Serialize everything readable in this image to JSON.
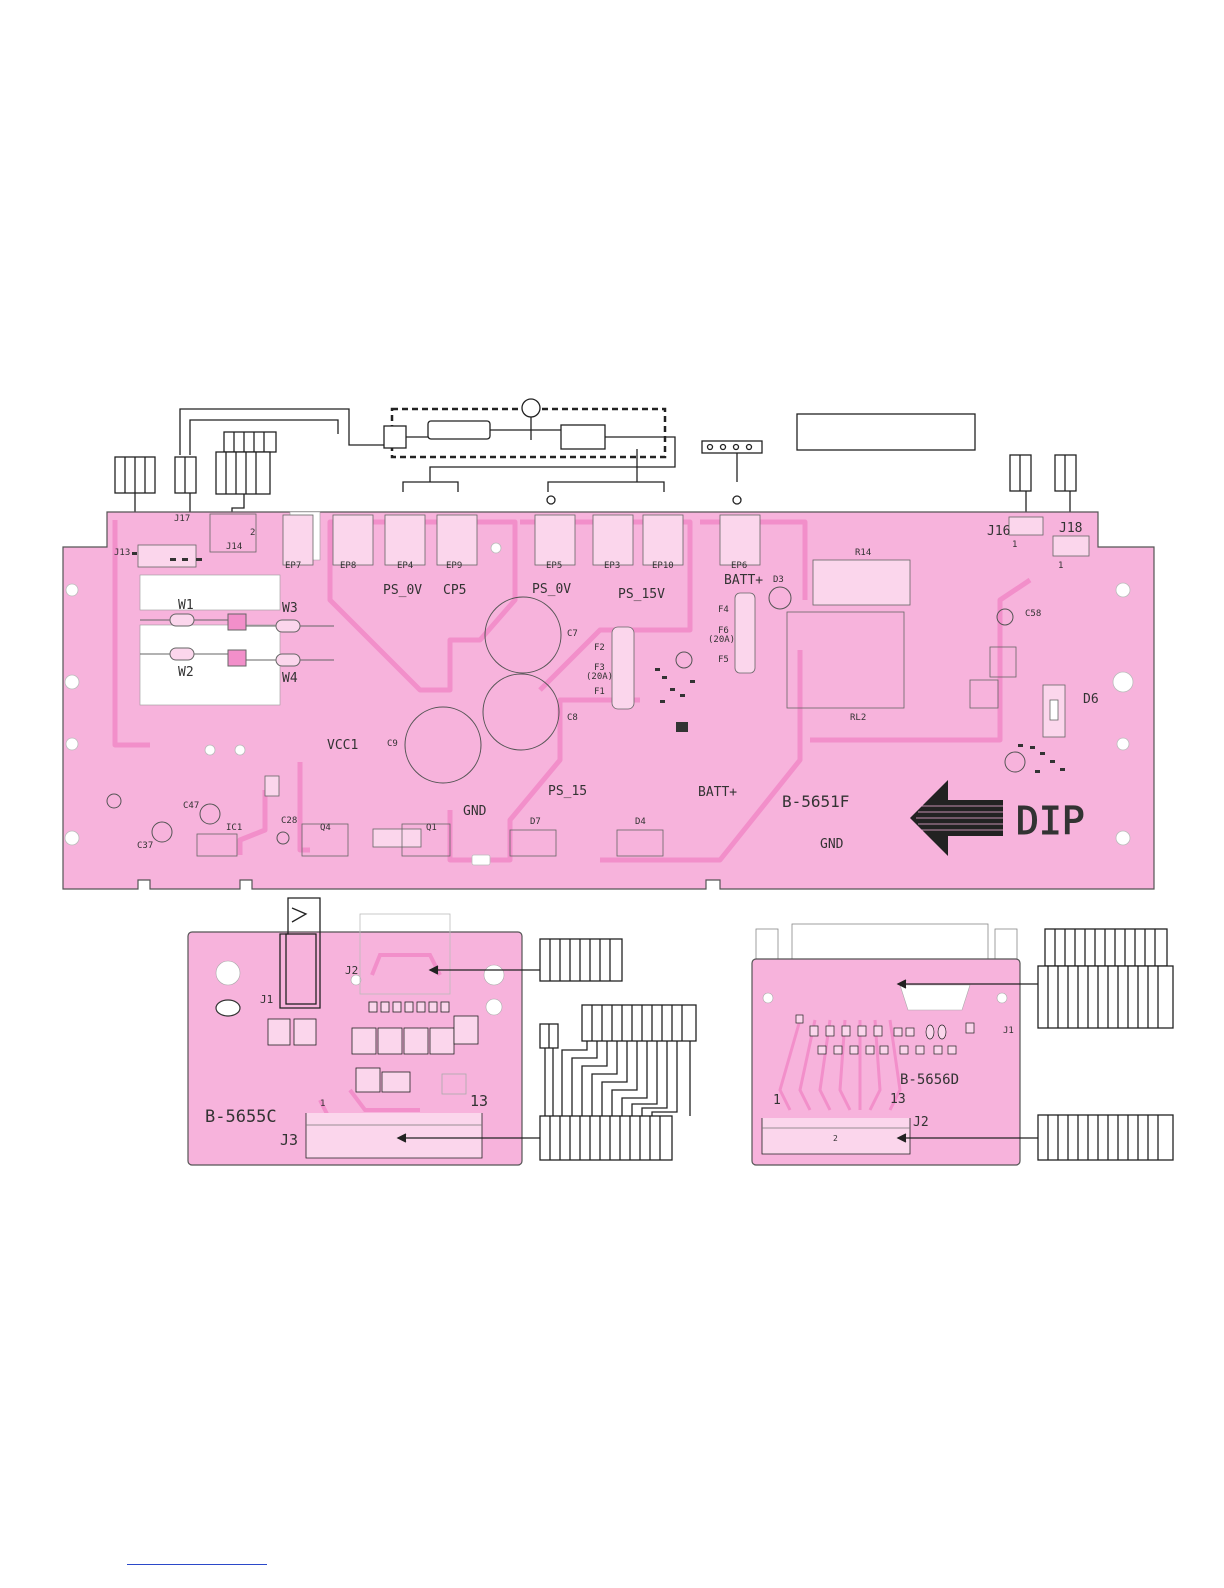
{
  "colors": {
    "board": "#f7b3dc",
    "trace": "#f28fca",
    "copper_light": "#fbd6ec",
    "line": "#222222",
    "bottom_line": "#2b49c9"
  },
  "main_board": {
    "name": "B-5651F",
    "labels": {
      "w1": "W1",
      "w2": "W2",
      "w3": "W3",
      "w4": "W4",
      "ep7": "EP7",
      "ep8": "EP8",
      "ep4": "EP4",
      "ep9": "EP9",
      "ep5": "EP5",
      "ep3": "EP3",
      "ep10": "EP10",
      "ep6": "EP6",
      "ps0v_a": "PS_0V",
      "cp5": "CP5",
      "ps0v_b": "PS_0V",
      "ps15v": "PS_15V",
      "batt_top": "BATT+",
      "d3": "D3",
      "r14": "R14",
      "rl2": "RL2",
      "c7": "C7",
      "c8": "C8",
      "c9": "C9",
      "vcc1": "VCC1",
      "gnd_center": "GND",
      "ps15": "PS_15",
      "batt_center": "BATT+",
      "gnd_right": "GND",
      "dip": "DIP",
      "d6": "D6",
      "c58": "C58",
      "j13": "J13",
      "j14": "J14",
      "j17": "J17",
      "j16": "J16",
      "j18": "J18",
      "c47": "C47",
      "ic1": "IC1",
      "c37": "C37",
      "c28": "C28",
      "q4": "Q4",
      "q1": "Q1",
      "d7": "D7",
      "d4": "D4",
      "f1": "F1",
      "f2": "F2",
      "f3": "F3",
      "f3_rating": "(20A)",
      "f4": "F4",
      "f5": "F5",
      "f6": "F6",
      "f6_rating": "(20A)",
      "j16_pin": "1",
      "j18_pin": "1",
      "j14_pin": "2"
    }
  },
  "left_board": {
    "name": "B-5655C",
    "labels": {
      "j1": "J1",
      "j2": "J2",
      "j3": "J3",
      "pin1": "1",
      "pin13": "13"
    }
  },
  "right_board": {
    "name": "B-5656D",
    "labels": {
      "j1": "J1",
      "j2": "J2",
      "pin1": "1",
      "pin13": "13",
      "pin2": "2"
    }
  }
}
